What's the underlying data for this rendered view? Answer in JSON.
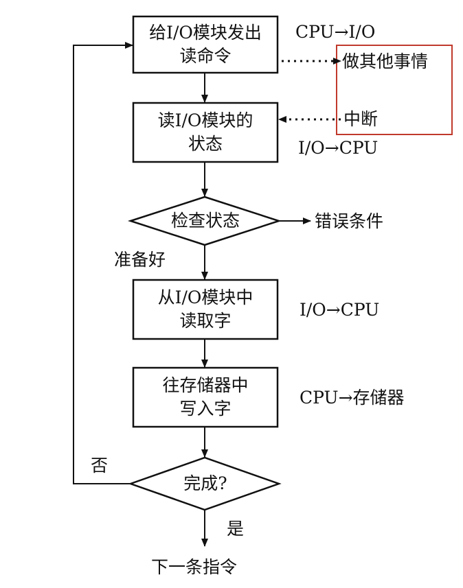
{
  "nodes": {
    "send_read": {
      "lines": [
        "给I/O模块发出",
        "读命令"
      ]
    },
    "read_status": {
      "lines": [
        "读I/O模块的",
        "状态"
      ]
    },
    "check_status": {
      "label": "检查状态"
    },
    "read_word": {
      "lines": [
        "从I/O模块中",
        "读取字"
      ]
    },
    "write_mem": {
      "lines": [
        "往存储器中",
        "写入字"
      ]
    },
    "done": {
      "label": "完成?"
    }
  },
  "annotations": {
    "cpu_to_io": "CPU→I/O",
    "io_to_cpu_1": "I/O→CPU",
    "io_to_cpu_2": "I/O→CPU",
    "cpu_to_mem": "CPU→存储器",
    "error": "错误条件",
    "ready": "准备好",
    "no": "否",
    "yes": "是",
    "next": "下一条指令"
  },
  "cpu_side": {
    "do_other": "做其他事情",
    "interrupt": "中断",
    "highlight_color": "#c0392b"
  }
}
